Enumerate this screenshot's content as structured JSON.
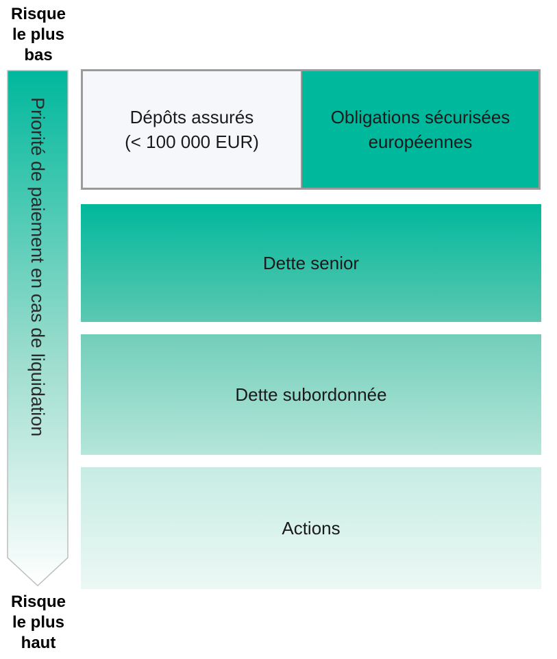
{
  "risk": {
    "top": [
      "Risque",
      "le plus",
      "bas"
    ],
    "bottom": [
      "Risque",
      "le plus",
      "haut"
    ]
  },
  "arrow": {
    "label": "Priorité de paiement en cas de liquidation"
  },
  "top_row": {
    "left": [
      "Dépôts assurés",
      "(< 100 000 EUR)"
    ],
    "right": [
      "Obligations sécurisées",
      "européennes"
    ]
  },
  "tiers": {
    "senior": "Dette senior",
    "subordinated": "Dette subordonnée",
    "equity": "Actions"
  },
  "colors": {
    "teal": "#00b89c",
    "border": "#9a9a9a",
    "light_cell": "#f6f7fb"
  }
}
